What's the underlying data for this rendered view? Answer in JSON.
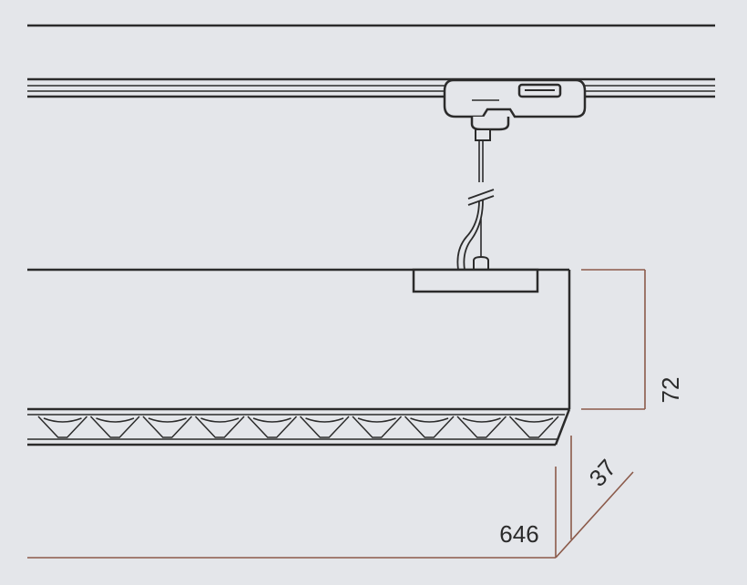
{
  "colors": {
    "background": "#e4e6ea",
    "line": "#2b2b2b",
    "dimension": "#8b5a4a"
  },
  "dimensions": {
    "height": "72",
    "depth": "37",
    "length": "646"
  },
  "louvre_cells": 10
}
